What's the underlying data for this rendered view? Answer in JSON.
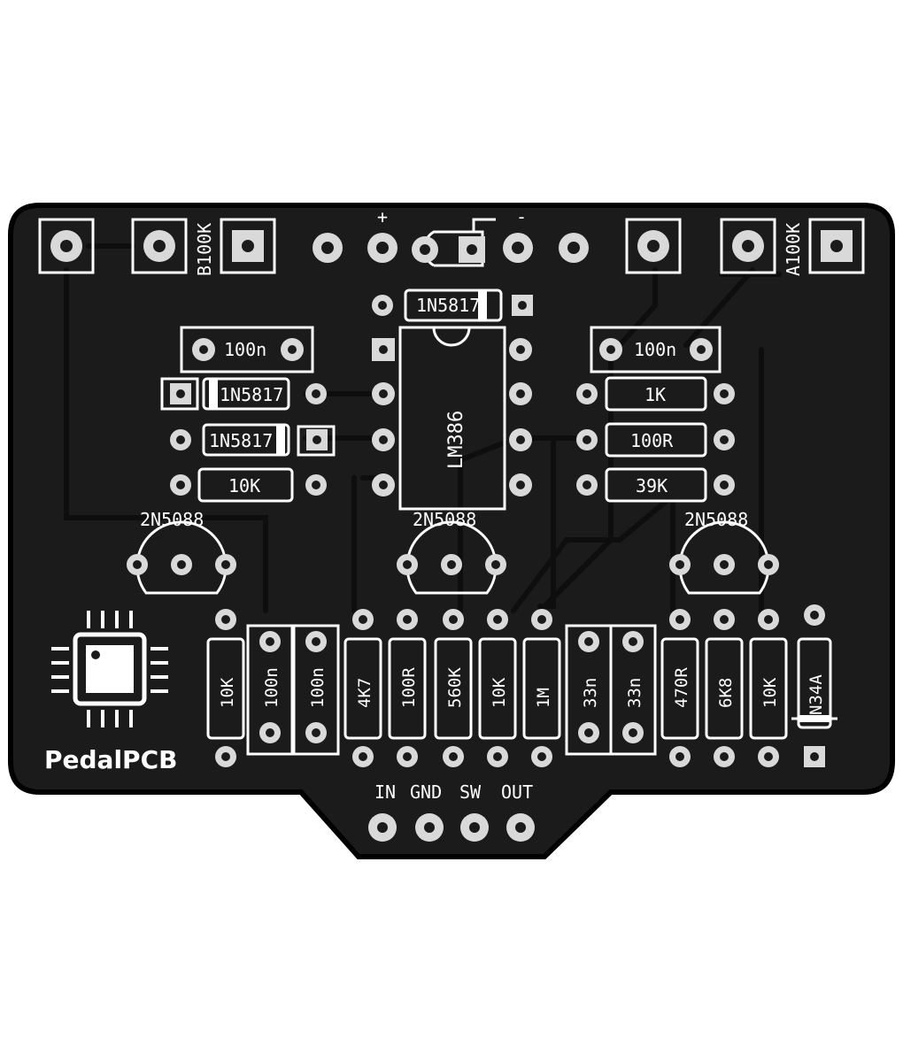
{
  "board": {
    "brand": "PedalPCB",
    "pot_labels": {
      "left": "B100K",
      "right": "A100K"
    },
    "power_labels": {
      "plus": "+",
      "minus": "-"
    },
    "io_labels": [
      "IN",
      "GND",
      "SW",
      "OUT"
    ],
    "ic_label": "LM386",
    "top_diode_label": "1N5817",
    "left_caps": {
      "cap1": "100n"
    },
    "left_diodes": [
      "1N5817",
      "1N5817"
    ],
    "left_resistor": "10K",
    "right_cap": "100n",
    "right_resistors": [
      "1K",
      "100R",
      "39K"
    ],
    "transistors": [
      "2N5088",
      "2N5088",
      "2N5088"
    ],
    "bottom_row": [
      "10K",
      "100n",
      "100n",
      "4K7",
      "100R",
      "560K",
      "10K",
      "1M",
      "33n",
      "33n",
      "470R",
      "6K8",
      "10K",
      "N34A"
    ]
  },
  "colors": {
    "board": "#1b1b1b",
    "copper": "#111111",
    "silk": "#ffffff",
    "pad": "#d9d9d9",
    "outline": "#000000"
  }
}
